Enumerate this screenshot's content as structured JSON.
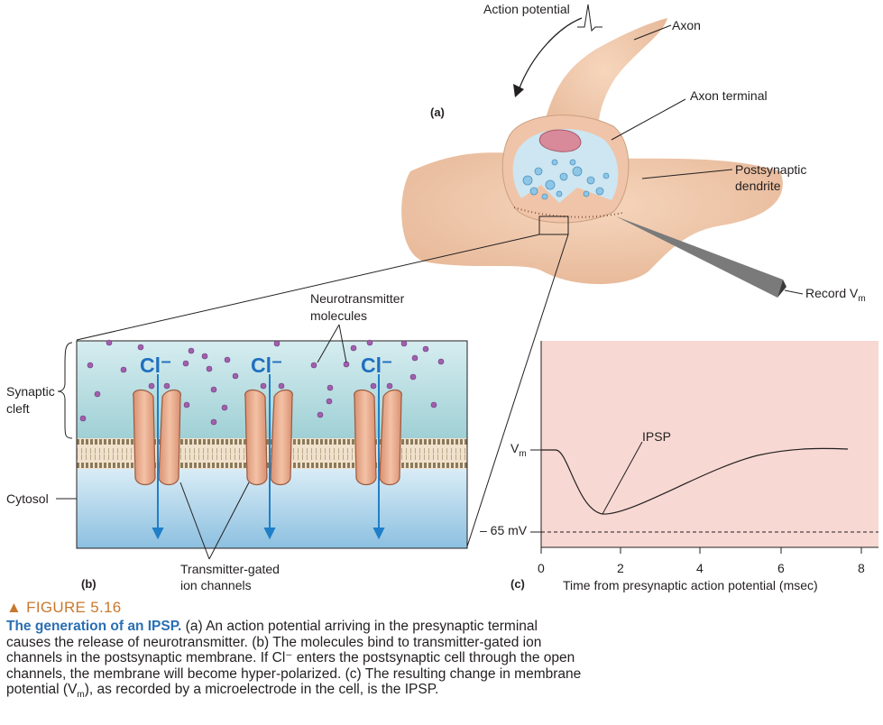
{
  "panel_a": {
    "label": "(a)",
    "action_potential": "Action potential",
    "axon": "Axon",
    "axon_terminal": "Axon terminal",
    "postsynaptic_line1": "Postsynaptic",
    "postsynaptic_line2": "dendrite",
    "record_prefix": "Record V",
    "record_sub": "m"
  },
  "panel_b": {
    "label": "(b)",
    "nt_line1": "Neurotransmitter",
    "nt_line2": "molecules",
    "cleft_line1": "Synaptic",
    "cleft_line2": "cleft",
    "cytosol": "Cytosol",
    "ion": "Cl⁻",
    "tg_line1": "Transmitter-gated",
    "tg_line2": "ion channels"
  },
  "panel_c": {
    "label": "(c)",
    "vm": "V",
    "vm_sub": "m",
    "mv": "– 65 mV",
    "ipsp": "IPSP",
    "xticks": [
      "0",
      "2",
      "4",
      "6",
      "8"
    ],
    "xlabel": "Time from presynaptic action potential (msec)"
  },
  "caption": {
    "figure": "▲ FIGURE 5.16",
    "title": "The generation of an IPSP.",
    "body": " (a) An action potential arriving in the presynaptic terminal causes the release of neurotransmitter. (b) The molecules bind to transmitter-gated ion channels in the postsynaptic membrane. If Cl⁻ enters the postsynaptic cell through the open channels, the membrane will become hyper-polarized. (c) The resulting change in membrane potential (V",
    "body_sub": "m",
    "body_end": "), as recorded by a microelectrode in the cell, is the IPSP."
  },
  "colors": {
    "cleft": "#bfe0e4",
    "cytosol": "#a9cfe7",
    "channel": "#e8a98a",
    "arrow": "#1f7fc8",
    "graph_bg": "#f7d8d2",
    "molecule": "#a15fae",
    "caption_title": "#2a6fb3",
    "caption_fig": "#c8782e"
  }
}
